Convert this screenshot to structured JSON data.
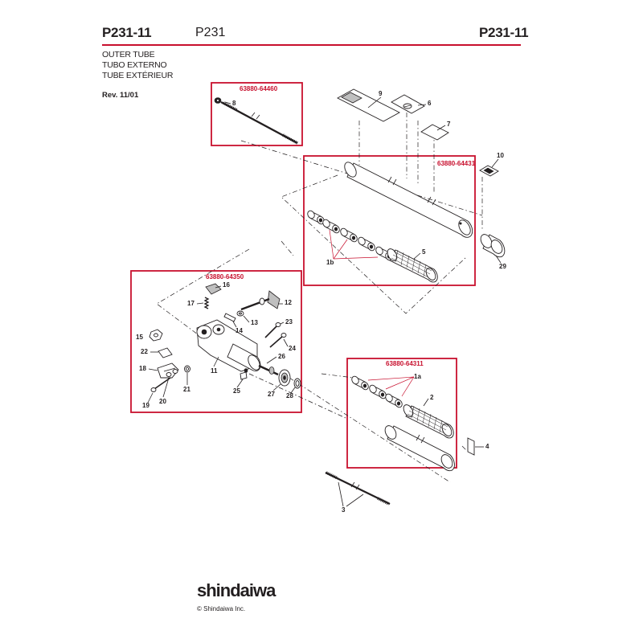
{
  "header": {
    "code_left": "P231-11",
    "model": "P231",
    "code_right": "P231-11"
  },
  "title_lines": [
    "OUTER TUBE",
    "TUBO EXTERNO",
    "TUBE EXTÉRIEUR"
  ],
  "revision": "Rev. 11/01",
  "kits": {
    "shaft": "63880-64460",
    "outer_tube": "63880-64431",
    "head": "63880-64350",
    "lower_tube": "63880-64311"
  },
  "part_labels": {
    "p1a": "1a",
    "p1b": "1b",
    "p2": "2",
    "p3": "3",
    "p4": "4",
    "p5": "5",
    "p6": "6",
    "p7": "7",
    "p8": "8",
    "p9": "9",
    "p10": "10",
    "p11": "11",
    "p12": "12",
    "p13": "13",
    "p14": "14",
    "p15": "15",
    "p16": "16",
    "p17": "17",
    "p18": "18",
    "p19": "19",
    "p20": "20",
    "p21": "21",
    "p22": "22",
    "p23": "23",
    "p24": "24",
    "p25": "25",
    "p26": "26",
    "p27": "27",
    "p28": "28",
    "p29": "29"
  },
  "footer": {
    "brand": "shindaiwa",
    "copyright": "© Shindaiwa Inc."
  },
  "colors": {
    "accent_red": "#c8102e",
    "ink": "#231f20"
  }
}
